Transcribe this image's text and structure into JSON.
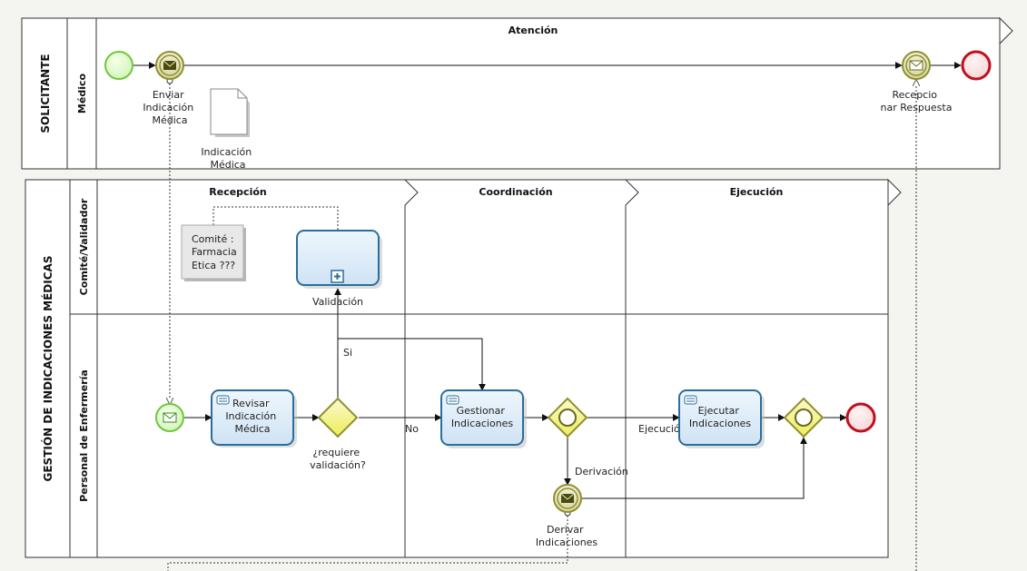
{
  "pools": {
    "top": {
      "name": "SOLICITANTE",
      "lane": "Médico",
      "phase": "Atención"
    },
    "bottom": {
      "name": "GESTIÓN DE INDICACIONES MÉDICAS",
      "lanes": [
        "Comité/Validador",
        "Personal de Enfermería"
      ],
      "phases": [
        "Recepción",
        "Coordinación",
        "Ejecución"
      ]
    }
  },
  "events": {
    "send": [
      "Enviar",
      "Indicación",
      "Médica"
    ],
    "receive": [
      "Recepcio",
      "nar Respuesta"
    ],
    "derive": [
      "Derivar",
      "Indicaciones"
    ]
  },
  "artifacts": {
    "document": [
      "Indicación",
      "Médica"
    ],
    "note": [
      "Comité  :",
      "Farmacia",
      "Etica  ???"
    ]
  },
  "subprocess": {
    "label": "Validación"
  },
  "tasks": {
    "review": [
      "Revisar",
      "Indicación",
      "Médica"
    ],
    "manage": [
      "Gestionar",
      "Indicaciones"
    ],
    "execute": [
      "Ejecutar",
      "Indicaciones"
    ]
  },
  "gateways": {
    "validation": [
      "¿requiere",
      "validación?"
    ]
  },
  "flows": {
    "yes": "Si",
    "no": "No",
    "execution": "Ejecución",
    "derivation": "Derivación"
  },
  "colors": {
    "task_fill": "#dcebf9",
    "task_stroke": "#2a6f9b",
    "start": "#6dc83d",
    "end": "#c0101d",
    "intermediate": "#8f8f2f",
    "gateway": "#e8e84a"
  }
}
